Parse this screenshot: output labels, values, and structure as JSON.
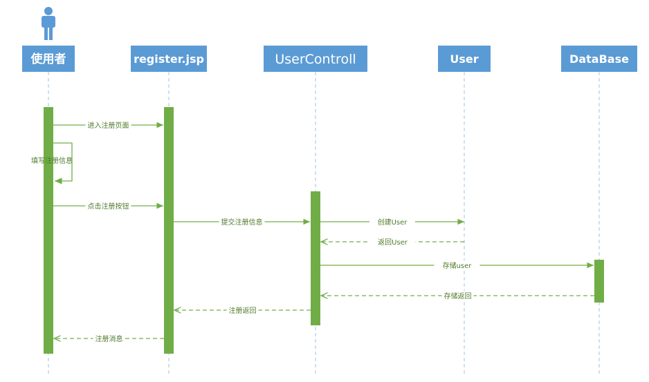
{
  "diagram": {
    "actor_icon": "person-icon",
    "colors": {
      "header_bg": "#5b9bd5",
      "header_text": "#ffffff",
      "lifeline": "#9dc3e6",
      "activation": "#70ad47",
      "message": "#70ad47",
      "message_text": "#4f7a2a",
      "actor_icon": "#5b9bd5"
    },
    "participants": [
      {
        "name": "使用者"
      },
      {
        "name": "register.jsp"
      },
      {
        "name": "UserControll"
      },
      {
        "name": "User"
      },
      {
        "name": "DataBase"
      }
    ],
    "messages": [
      {
        "label": "进入注册页面",
        "from": 0,
        "to": 1,
        "kind": "sync"
      },
      {
        "label": "填写注册信息",
        "from": 0,
        "to": 0,
        "kind": "self"
      },
      {
        "label": "点击注册按钮",
        "from": 0,
        "to": 1,
        "kind": "sync"
      },
      {
        "label": "提交注册信息",
        "from": 1,
        "to": 2,
        "kind": "sync"
      },
      {
        "label": "创建User",
        "from": 2,
        "to": 3,
        "kind": "sync"
      },
      {
        "label": "返回User",
        "from": 3,
        "to": 2,
        "kind": "return"
      },
      {
        "label": "存储user",
        "from": 2,
        "to": 4,
        "kind": "sync"
      },
      {
        "label": "存储返回",
        "from": 4,
        "to": 2,
        "kind": "return"
      },
      {
        "label": "注册返回",
        "from": 2,
        "to": 1,
        "kind": "return"
      },
      {
        "label": "注册消息",
        "from": 1,
        "to": 0,
        "kind": "return"
      }
    ]
  }
}
